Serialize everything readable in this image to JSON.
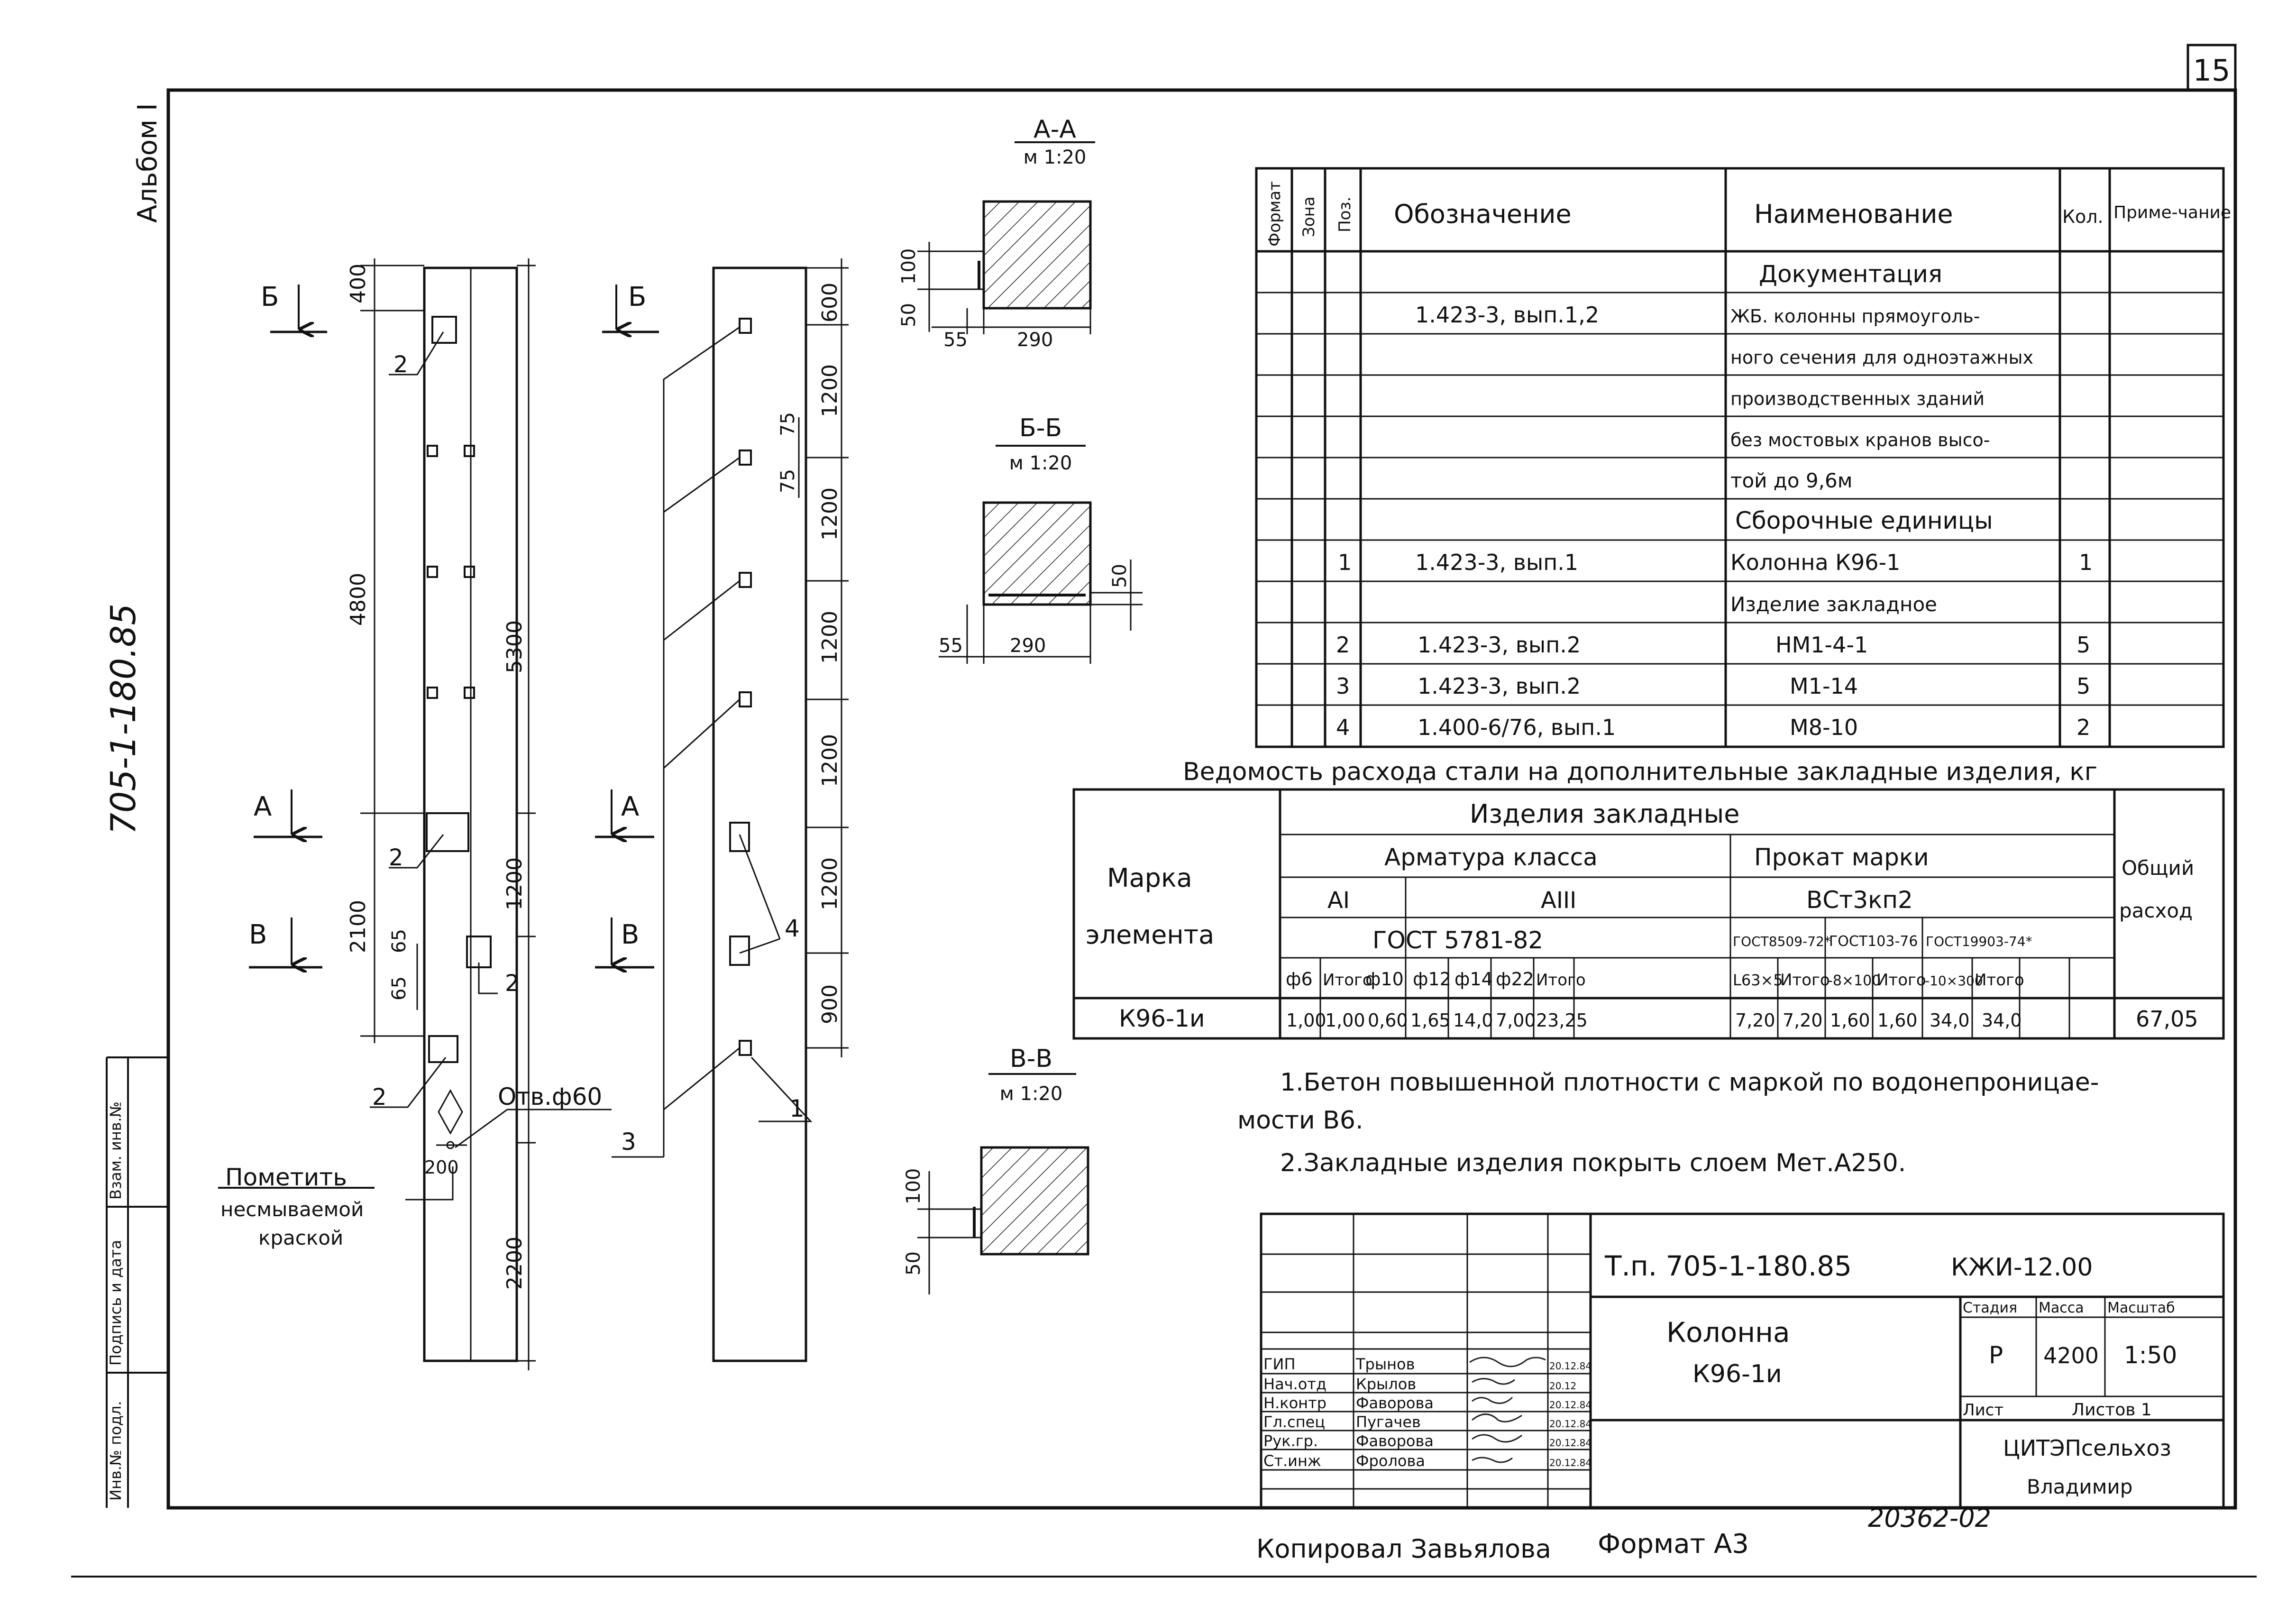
{
  "sheet_number": "15",
  "album_stamp": "Альбом I",
  "side_code": "705-1-180.85",
  "side_table": [
    "Инв.№ подл.",
    "Подпись и дата",
    "Взам. инв.№"
  ],
  "elevation": {
    "section_marks": [
      "Б",
      "Б",
      "А",
      "А",
      "В",
      "В"
    ],
    "dims": [
      "400",
      "4800",
      "5300",
      "2100",
      "1200",
      "65",
      "65",
      "200",
      "2200"
    ],
    "position_labels": [
      "2",
      "2",
      "2",
      "2"
    ],
    "hole_label": "Отв.ф60",
    "note": [
      "Пометить",
      "несмываемой",
      "краской"
    ]
  },
  "side_view": {
    "dims": [
      "600",
      "1200",
      "1200",
      "1200",
      "1200",
      "1200",
      "900",
      "75",
      "75"
    ],
    "position_labels": [
      "3",
      "1",
      "4"
    ]
  },
  "sections": [
    {
      "title": "А-А",
      "scale": "м 1:20",
      "dims": [
        "100",
        "50",
        "55",
        "290"
      ]
    },
    {
      "title": "Б-Б",
      "scale": "м 1:20",
      "dims": [
        "50",
        "55",
        "290"
      ]
    },
    {
      "title": "В-В",
      "scale": "м 1:20",
      "dims": [
        "100",
        "50"
      ]
    }
  ],
  "spec": {
    "headers": [
      "Формат",
      "Зона",
      "Поз.",
      "Обозначение",
      "Наименование",
      "Кол.",
      "Приме-чание"
    ],
    "rows": [
      {
        "pos": "",
        "code": "",
        "name": "Документация",
        "qty": "",
        "heading": true
      },
      {
        "pos": "",
        "code": "1.423-3, вып.1,2",
        "name": "ЖБ. колонны прямоуголь-",
        "qty": ""
      },
      {
        "pos": "",
        "code": "",
        "name": "ного сечения для одноэтажных",
        "qty": ""
      },
      {
        "pos": "",
        "code": "",
        "name": "производственных зданий",
        "qty": ""
      },
      {
        "pos": "",
        "code": "",
        "name": "без мостовых кранов высо-",
        "qty": ""
      },
      {
        "pos": "",
        "code": "",
        "name": "той до 9,6м",
        "qty": ""
      },
      {
        "pos": "",
        "code": "",
        "name": "Сборочные единицы",
        "qty": "",
        "heading": true
      },
      {
        "pos": "1",
        "code": "1.423-3, вып.1",
        "name": "Колонна К96-1",
        "qty": "1"
      },
      {
        "pos": "",
        "code": "",
        "name": "Изделие закладное",
        "qty": ""
      },
      {
        "pos": "2",
        "code": "1.423-3, вып.2",
        "name": "НМ1-4-1",
        "qty": "5"
      },
      {
        "pos": "3",
        "code": "1.423-3, вып.2",
        "name": "М1-14",
        "qty": "5"
      },
      {
        "pos": "4",
        "code": "1.400-6/76, вып.1",
        "name": "М8-10",
        "qty": "2"
      }
    ]
  },
  "steel": {
    "title": "Ведомость расхода стали на дополнительные закладные изделия, кг",
    "mark_header": [
      "Марка",
      "элемента"
    ],
    "group_header": "Изделия закладные",
    "rebar_header": "Арматура класса",
    "rolled_header": "Прокат марки",
    "total_header": [
      "Общий",
      "расход"
    ],
    "class_ai": "АI",
    "class_aiii": "АIII",
    "steel_grade": "ВСт3кп2",
    "gost_rebar": "ГОСТ 5781-82",
    "gost_rolled": [
      "ГОСТ8509-72*",
      "ГОСТ103-76",
      "ГОСТ19903-74*"
    ],
    "cols": [
      "ф6",
      "Итого",
      "ф10",
      "ф12",
      "ф14",
      "ф22",
      "Итого",
      "L63×5",
      "Итого",
      "-8×100",
      "Итого",
      "-10×300",
      "Итого"
    ],
    "row_mark": "К96-1и",
    "values": [
      "1,00",
      "1,00",
      "0,60",
      "1,65",
      "14,0",
      "7,00",
      "23,25",
      "7,20",
      "7,20",
      "1,60",
      "1,60",
      "34,0",
      "34,0"
    ],
    "total": "67,05"
  },
  "notes": [
    "1.Бетон повышенной плотности с маркой по водонепроницае-",
    "мости В6.",
    "2.Закладные изделия покрыть слоем Мет.А250."
  ],
  "title_block": {
    "project": "Т.п. 705-1-180.85",
    "sheet_code": "КЖИ-12.00",
    "name_line1": "Колонна",
    "name_line2": "К96-1и",
    "stage_header": "Стадия",
    "mass_header": "Масса",
    "scale_header": "Масштаб",
    "stage": "Р",
    "mass": "4200",
    "scale": "1:50",
    "sheet_label": "Лист",
    "sheets_label": "Листов 1",
    "org1": "ЦИТЭПсельхоз",
    "org2": "Владимир",
    "people": [
      {
        "role": "ГИП",
        "name": "Трынов",
        "date": "20.12.84"
      },
      {
        "role": "Нач.отд",
        "name": "Крылов",
        "date": "20.12"
      },
      {
        "role": "Н.контр",
        "name": "Фаворова",
        "date": "20.12.84"
      },
      {
        "role": "Гл.спец",
        "name": "Пугачев",
        "date": "20.12.84"
      },
      {
        "role": "Рук.гр.",
        "name": "Фаворова",
        "date": "20.12.84"
      },
      {
        "role": "Ст.инж",
        "name": "Фролова",
        "date": "20.12.84"
      }
    ]
  },
  "stamp_number": "20362-02",
  "copied": "Копировал Завьялова",
  "format": "Формат А3"
}
